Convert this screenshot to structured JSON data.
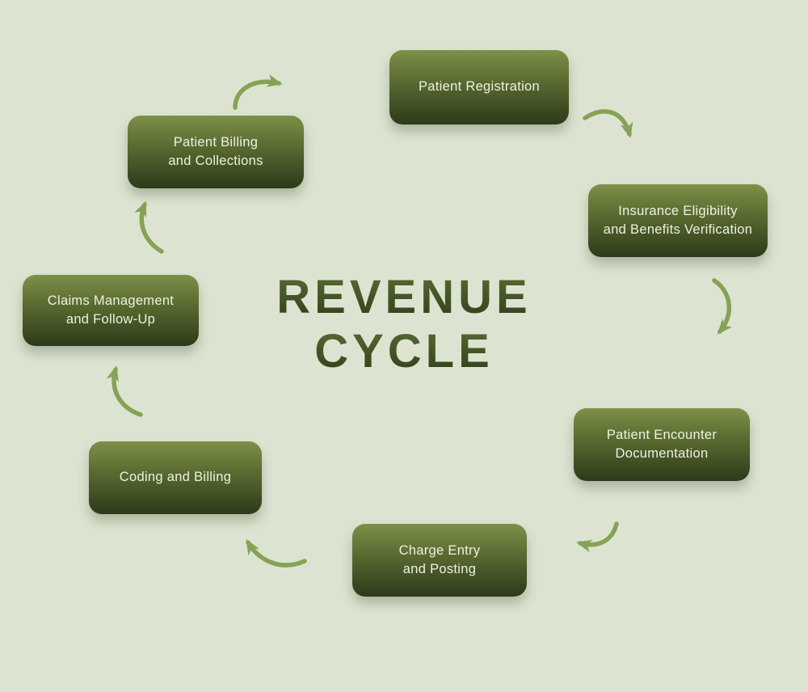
{
  "title": {
    "line1": "REVENUE",
    "line2": "CYCLE"
  },
  "boxes": [
    {
      "name": "patient-registration",
      "lines": [
        "Patient Registration",
        ""
      ]
    },
    {
      "name": "insurance-eligibility-verification",
      "lines": [
        "Insurance Eligibility",
        "and Benefits Verification"
      ]
    },
    {
      "name": "patient-encounter-documentation",
      "lines": [
        "Patient Encounter",
        "Documentation"
      ]
    },
    {
      "name": "charge-entry-posting",
      "lines": [
        "Charge Entry",
        "and Posting"
      ]
    },
    {
      "name": "coding-and-billing",
      "lines": [
        "Coding and Billing",
        ""
      ]
    },
    {
      "name": "claims-management-follow-up",
      "lines": [
        "Claims Management",
        "and Follow-Up"
      ]
    },
    {
      "name": "patient-billing-collections",
      "lines": [
        "Patient Billing",
        "and Collections"
      ]
    }
  ],
  "colors": {
    "background": "#dce4d1",
    "box_top": "#7d9048",
    "box_bottom": "#2d3a19",
    "box_text": "#eef1e0",
    "title": "#3d4f23",
    "arrow": "#86a254"
  }
}
